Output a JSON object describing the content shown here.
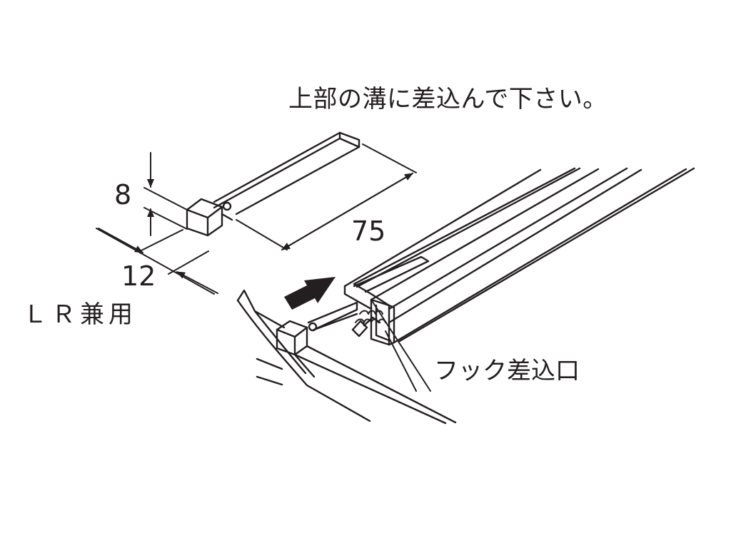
{
  "labels": {
    "instruction": "上部の溝に差込んで下さい。",
    "dim_height": "8",
    "dim_length": "75",
    "dim_width": "12",
    "lr_compatible": "ＬＲ兼用",
    "hook_slot": "フック差込口"
  },
  "colors": {
    "ink": "#231f20",
    "background": "#ffffff"
  },
  "icons": {
    "insert_direction": "arrow-up-right-icon"
  }
}
